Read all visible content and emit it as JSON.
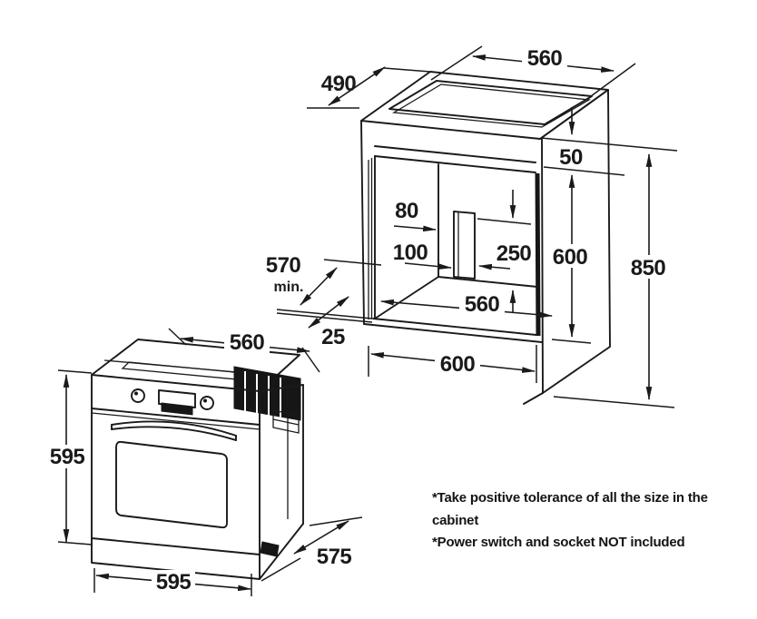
{
  "diagram": {
    "name": "built-in-oven-installation-diagram",
    "line_color": "#1a1a1a",
    "background": "#ffffff"
  },
  "dims": {
    "cabinet_top_width": "560",
    "cabinet_top_depth": "490",
    "top_clearance": "50",
    "cutout_offset_side": "80",
    "cutout_offset_bottom": "100",
    "cutout_height": "250",
    "niche_height": "600",
    "overall_height": "850",
    "niche_width": "560",
    "cabinet_width": "600",
    "niche_depth_value": "570",
    "niche_depth_qualifier": "min.",
    "front_gap": "25",
    "oven_body_width": "560",
    "oven_height": "595",
    "oven_width": "595",
    "oven_depth": "575"
  },
  "notes": {
    "line1": "*Take positive tolerance of all the size in the",
    "line2": "cabinet",
    "line3": "*Power switch and socket NOT included"
  }
}
